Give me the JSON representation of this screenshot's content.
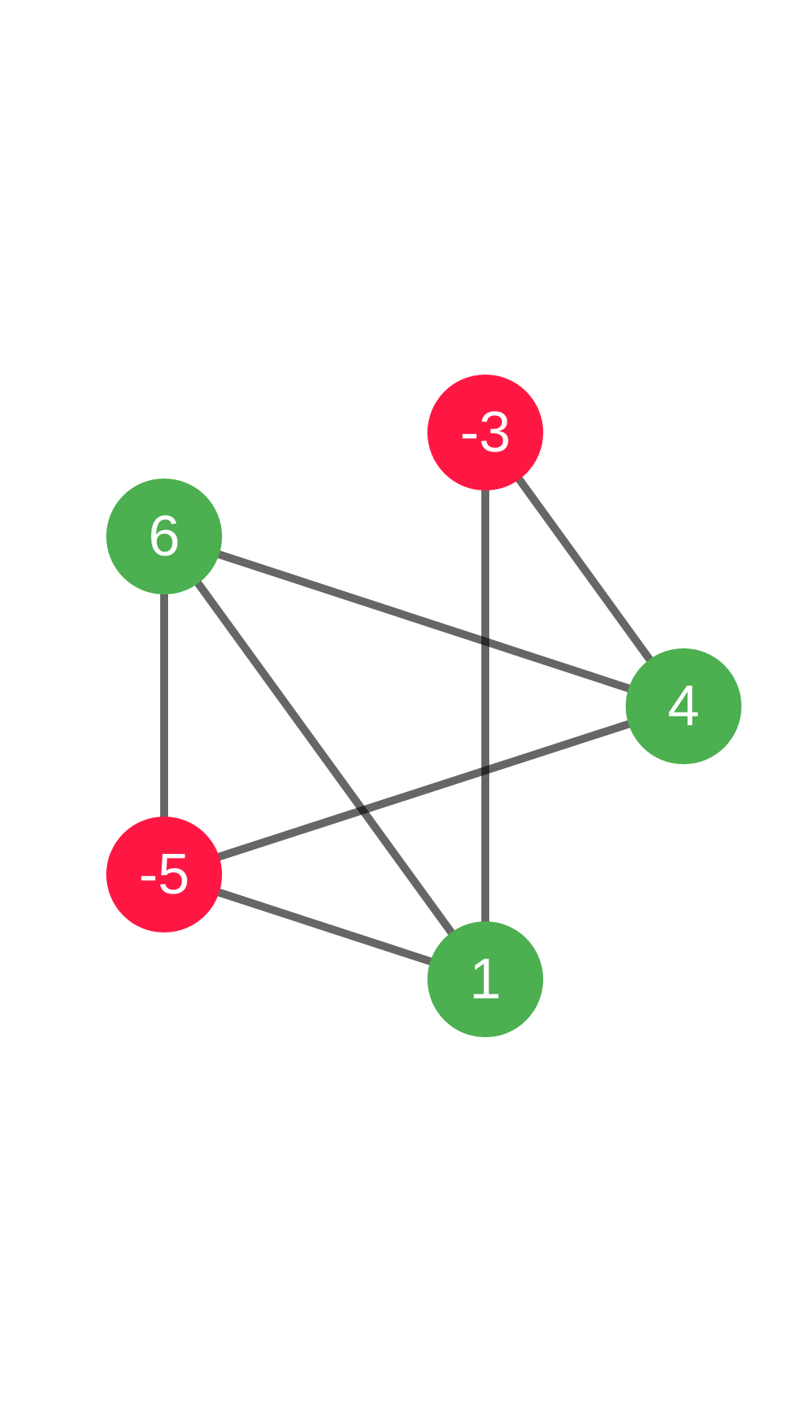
{
  "colors": {
    "positive": "#4CAF50",
    "negative": "#FF1744",
    "edge": "#000000",
    "label": "#ffffff",
    "background": "#ffffff"
  },
  "nodes": [
    {
      "id": "n1",
      "label": "-3",
      "sign": "negative"
    },
    {
      "id": "n2",
      "label": "6",
      "sign": "positive"
    },
    {
      "id": "n3",
      "label": "4",
      "sign": "positive"
    },
    {
      "id": "n4",
      "label": "-5",
      "sign": "negative"
    },
    {
      "id": "n5",
      "label": "1",
      "sign": "positive"
    }
  ],
  "edges": [
    {
      "from": "n1",
      "to": "n3"
    },
    {
      "from": "n1",
      "to": "n5"
    },
    {
      "from": "n2",
      "to": "n3"
    },
    {
      "from": "n2",
      "to": "n4"
    },
    {
      "from": "n2",
      "to": "n5"
    },
    {
      "from": "n4",
      "to": "n3"
    },
    {
      "from": "n4",
      "to": "n5"
    }
  ]
}
